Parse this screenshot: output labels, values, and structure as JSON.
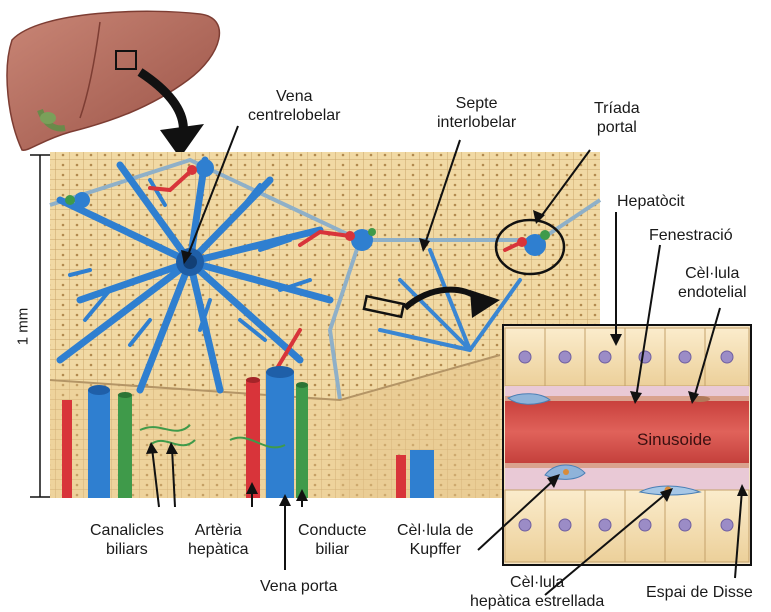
{
  "diagram": {
    "scale_label": "1 mm",
    "labels": {
      "vena_centrelobelar": [
        "Vena",
        "centrelobelar"
      ],
      "septe_interlobelar": [
        "Septe",
        "interlobelar"
      ],
      "triada_portal": [
        "Tríada",
        "portal"
      ],
      "hepatocit": "Hepatòcit",
      "fenestracio": "Fenestració",
      "cellula_endotelial": [
        "Cèl·lula",
        "endotelial"
      ],
      "sinusoide": "Sinusoide",
      "canalicles_biliars": [
        "Canalicles",
        "biliars"
      ],
      "arteria_hepatica": [
        "Artèria",
        "hepàtica"
      ],
      "conducte_biliar": [
        "Conducte",
        "biliar"
      ],
      "vena_porta": "Vena porta",
      "cellula_kupffer": [
        "Cèl·lula de",
        "Kupffer"
      ],
      "cellula_estrellada": [
        "Cèl·lula",
        "hepàtica estrellada"
      ],
      "espai_disse": "Espai de Disse"
    },
    "colors": {
      "vein_blue": "#2f7fd0",
      "artery_red": "#d8343a",
      "bile_green": "#3f9a4a",
      "hepatocyte_tan": "#f2d9a6",
      "sinusoid_red": "#d9514b",
      "liver_brown": "#b56a5c"
    }
  }
}
